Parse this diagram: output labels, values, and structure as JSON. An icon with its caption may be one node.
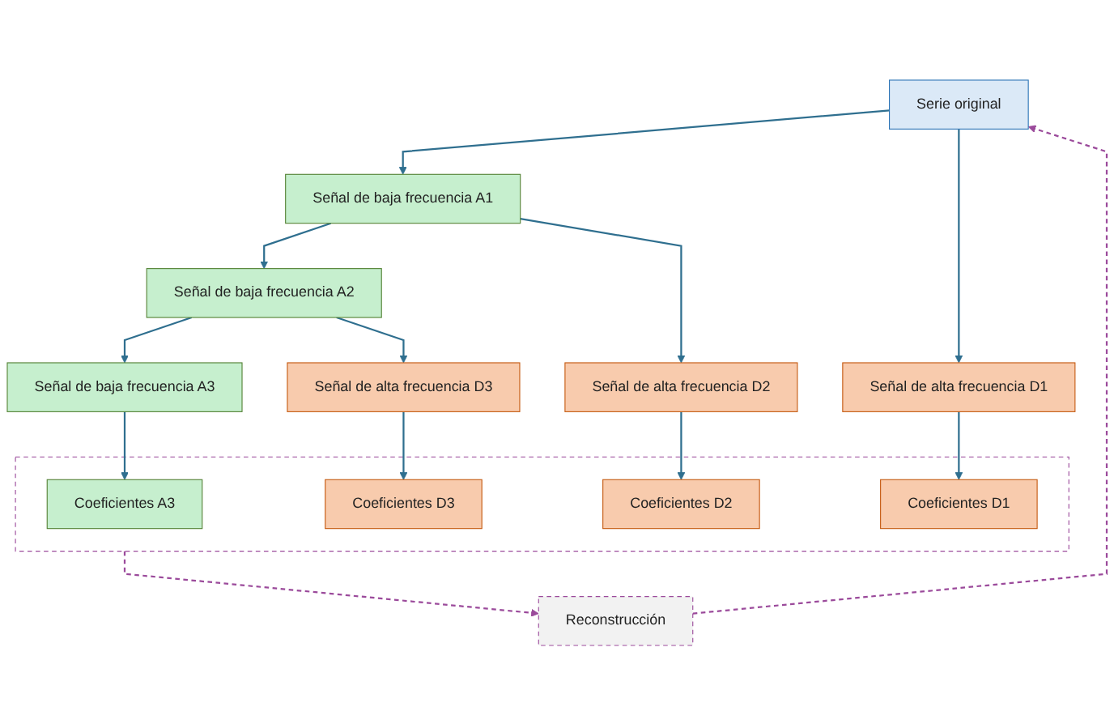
{
  "diagram": {
    "nodes": [
      {
        "text": [
          "Serie original"
        ]
      },
      {
        "text": [
          "Señal de baja frecuencia A1"
        ]
      },
      {
        "text": [
          "Señal de alta frecuencia D1"
        ]
      },
      {
        "text": [
          "Señal de baja frecuencia A2"
        ]
      },
      {
        "text": [
          "Señal de alta frecuencia D2"
        ]
      },
      {
        "text": [
          "Señal de baja frecuencia A3"
        ]
      },
      {
        "text": [
          "Señal de alta frecuencia D3"
        ]
      },
      {
        "text": [
          "Reconstrucción"
        ]
      },
      {
        "text": [],
        "shape": "box"
      },
      {
        "text": [
          "Coeficientes A3"
        ],
        "in": 8
      },
      {
        "text": [
          "Coeficientes D3"
        ],
        "in": 8
      },
      {
        "text": [
          "Coeficientes D2"
        ],
        "in": 8
      },
      {
        "text": [
          "Coeficientes D1"
        ],
        "in": 8
      }
    ],
    "edges": [
      {
        "from": 0,
        "to": 1,
        "arrow": "to"
      },
      {
        "from": 0,
        "to": 2,
        "arrow": "to"
      },
      {
        "from": 1,
        "to": 3,
        "arrow": "to"
      },
      {
        "from": 1,
        "to": 4,
        "arrow": "to"
      },
      {
        "from": 3,
        "to": 5,
        "arrow": "to"
      },
      {
        "from": 3,
        "to": 6,
        "arrow": "to"
      },
      {
        "from": 5,
        "to": 9,
        "arrow": "to"
      },
      {
        "from": 6,
        "to": 10,
        "arrow": "to"
      },
      {
        "from": 4,
        "to": 11,
        "arrow": "to"
      },
      {
        "from": 2,
        "to": 12,
        "arrow": "to"
      },
      {
        "from": 7,
        "to": 0,
        "arrow": "to",
        "style": "dashed",
        "color": "#9b4a9b"
      },
      {
        "from": 8,
        "to": 7,
        "arrow": "to",
        "style": "dashed",
        "color": "#9b4a9b"
      }
    ]
  }
}
